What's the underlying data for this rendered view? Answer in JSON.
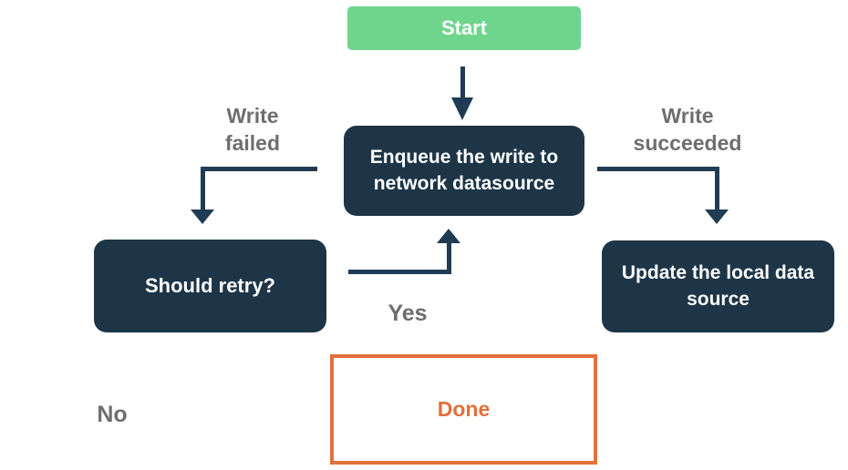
{
  "diagram": {
    "type": "flowchart",
    "nodes": {
      "start": {
        "label": "Start"
      },
      "enqueue": {
        "label": "Enqueue the write to\nnetwork datasource"
      },
      "should_retry": {
        "label": "Should retry?"
      },
      "update_local": {
        "label": "Update the local data\nsource"
      },
      "done": {
        "label": "Done"
      }
    },
    "edge_labels": {
      "write_failed": {
        "label": "Write\nfailed"
      },
      "write_succeeded": {
        "label": "Write\nsucceeded"
      },
      "yes": {
        "label": "Yes"
      },
      "no": {
        "label": "No"
      }
    },
    "colors": {
      "background": "#ffffff",
      "start_fill": "#70d58c",
      "node_fill": "#1d3547",
      "node_text": "#ffffff",
      "arrow": "#203c54",
      "edge_label_text": "#6e6e6e",
      "done_border": "#e1703b",
      "done_text": "#e1703b"
    }
  }
}
